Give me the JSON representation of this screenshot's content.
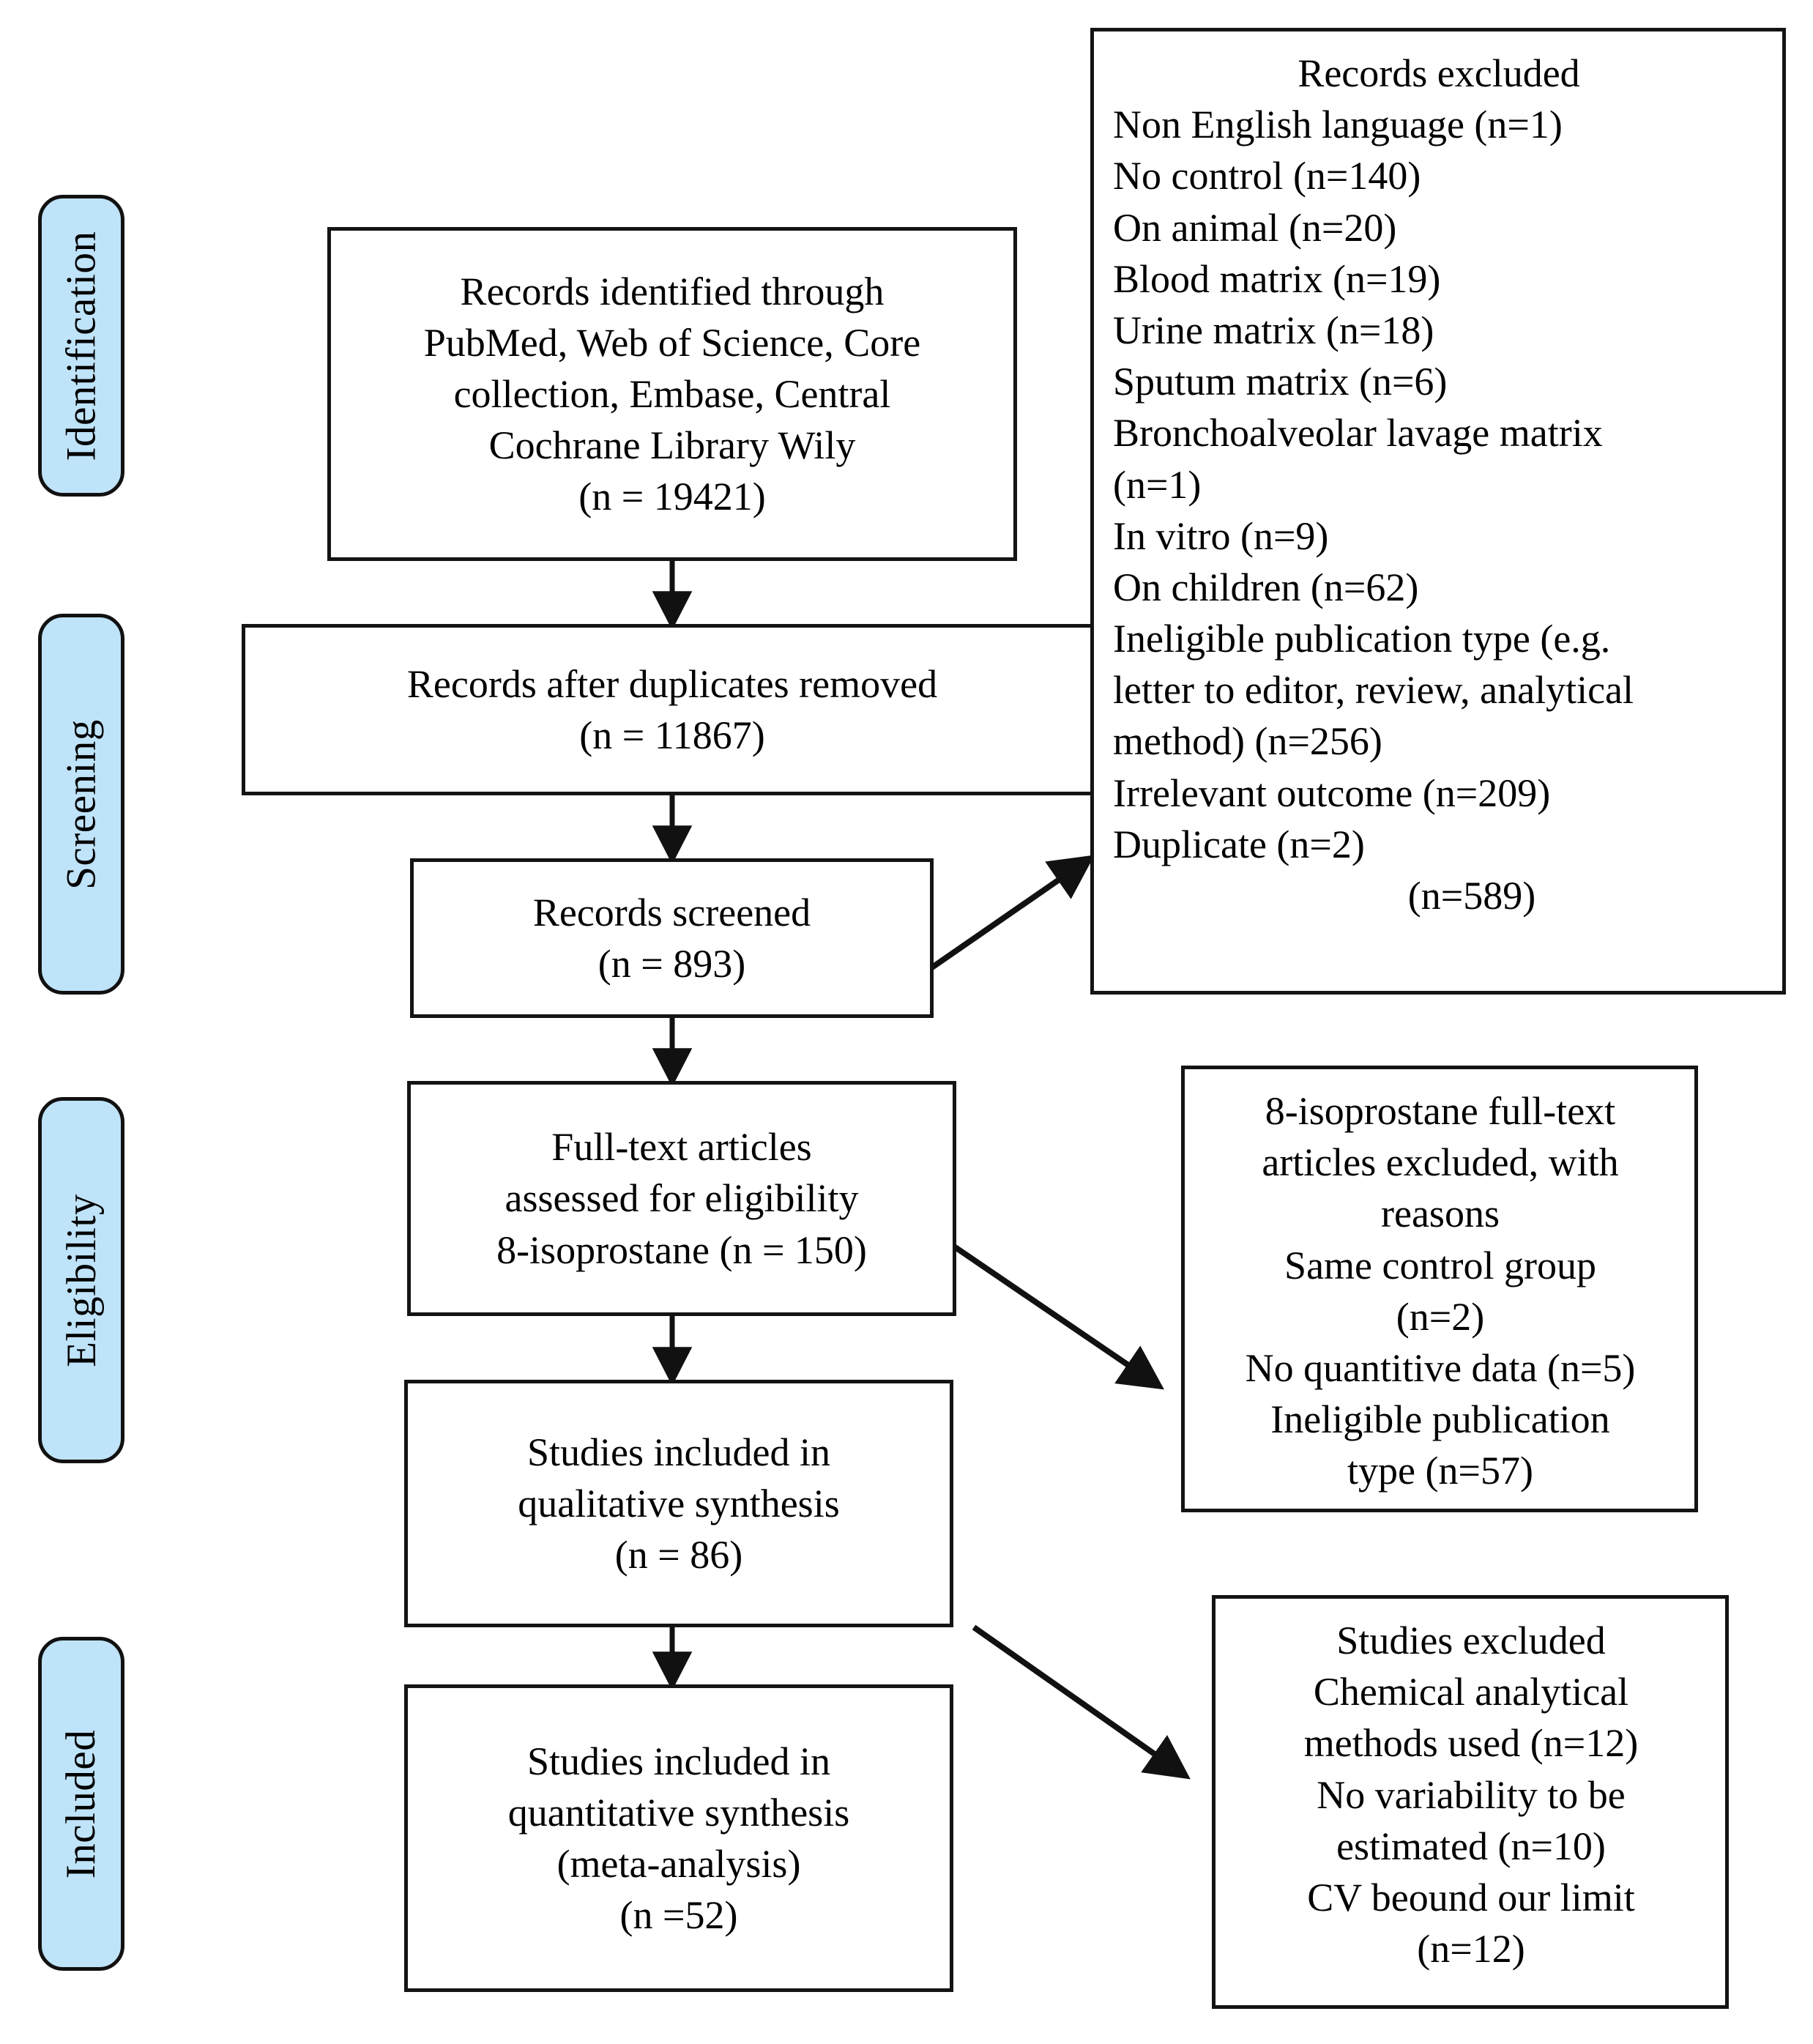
{
  "diagram": {
    "type": "prisma-flow-diagram",
    "phases": [
      {
        "id": "identification",
        "label": "Identification"
      },
      {
        "id": "screening",
        "label": "Screening"
      },
      {
        "id": "eligibility",
        "label": "Eligibility"
      },
      {
        "id": "included",
        "label": "Included"
      }
    ],
    "colors": {
      "phase_fill": "#BFE3F9",
      "box_border": "#141414",
      "box_fill": "#FFFFFF",
      "text": "#000000"
    },
    "flow_boxes": {
      "records_identified": "Records identified through\nPubMed, Web of Science, Core\ncollection, Embase, Central\nCochrane Library Wily\n(n = 19421)",
      "after_duplicates": "Records after duplicates removed\n(n = 11867)",
      "records_screened": "Records screened\n(n = 893)",
      "fulltext_assessed": "Full-text articles\nassessed for eligibility\n8-isoprostane (n = 150)",
      "qualitative_synthesis": "Studies included in\nqualitative synthesis\n(n =  86)",
      "quantitative_synthesis": "Studies included in\nquantitative synthesis\n(meta-analysis)\n(n =52)"
    },
    "exclusion_boxes": {
      "records_excluded": {
        "title": "Records excluded",
        "reasons": "Non English language (n=1)\nNo control (n=140)\nOn animal (n=20)\nBlood matrix (n=19)\nUrine matrix (n=18)\nSputum matrix (n=6)\nBronchoalveolar lavage matrix\n(n=1)\nIn vitro (n=9)\nOn children (n=62)\nIneligible publication type (e.g.\nletter to editor, review, analytical\nmethod) (n=256)\nIrrelevant outcome (n=209)\nDuplicate (n=2)",
        "total": "(n=589)"
      },
      "fulltext_excluded": {
        "title": "8-isoprostane full-text\narticles excluded, with\nreasons",
        "reasons": "Same control group\n(n=2)\nNo quantitive data (n=5)\nIneligible publication\ntype (n=57)"
      },
      "studies_excluded": {
        "title": "Studies excluded",
        "reasons": "Chemical analytical\nmethods used (n=12)\nNo variability to be\nestimated (n=10)\nCV beound our limit\n(n=12)"
      }
    },
    "counts": {
      "identified": 19421,
      "after_duplicates": 11867,
      "screened": 893,
      "records_excluded_total": 589,
      "fulltext_assessed": 150,
      "qualitative": 86,
      "quantitative": 52
    }
  }
}
